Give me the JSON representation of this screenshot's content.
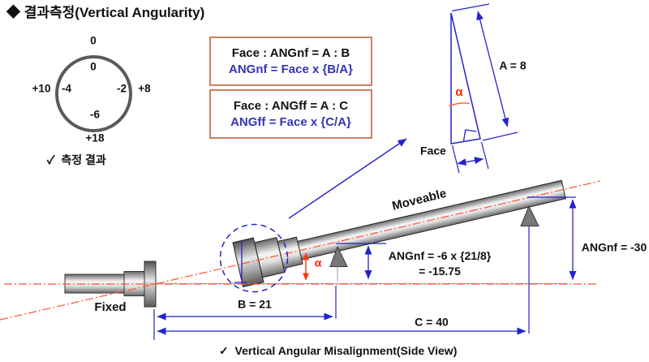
{
  "title": "◆ 결과측정(Vertical Angularity)",
  "dial": {
    "top_outer": "0",
    "top_inner": "0",
    "left_outer": "+10",
    "left_inner": "-4",
    "right_inner": "-2",
    "right_outer": "+8",
    "bottom_inner": "-6",
    "bottom_outer": "+18",
    "caption": "✓  측정 결과"
  },
  "formulas": {
    "nf": {
      "ratio": "Face : ANGnf = A : B",
      "equation": "ANGnf = Face x {B/A}"
    },
    "ff": {
      "ratio": "Face : ANGff = A : C",
      "equation": "ANGff = Face x {C/A}"
    }
  },
  "triangle": {
    "hypotenuse_label": "A = 8",
    "angle_label": "α",
    "base_label": "Face"
  },
  "shafts": {
    "fixed_label": "Fixed",
    "moveable_label": "Moveable",
    "angle_label": "α",
    "b_dim": "B = 21",
    "c_dim": "C = 40",
    "angnf_calc_line1": "ANGnf = -6 x {21/8}",
    "angnf_calc_line2": "= -15.75",
    "angnf_value": "ANGnf = -30"
  },
  "caption": "✓  Vertical Angular Misalignment(Side View)",
  "colors": {
    "blue": "#2323cc",
    "red": "#ff3311",
    "axis_red": "#ff5533",
    "box_border": "#c8825f",
    "dial_ring": "#5a5a5a"
  }
}
